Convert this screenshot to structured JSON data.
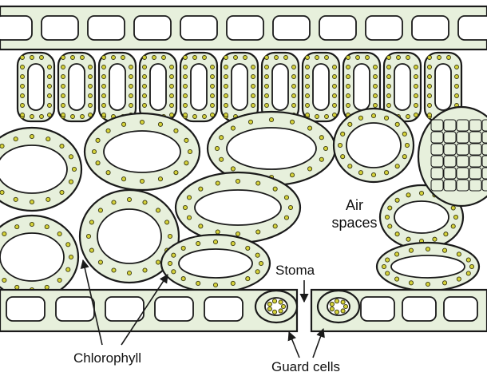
{
  "labels": {
    "air_spaces_line1": "Air",
    "air_spaces_line2": "spaces",
    "stoma": "Stoma",
    "chlorophyll": "Chlorophyll",
    "guard_cells": "Guard cells"
  },
  "colors": {
    "cell_wall_fill": "#e7f0dc",
    "chloroplast": "#d4d13a",
    "outline": "#1a1a1a"
  }
}
